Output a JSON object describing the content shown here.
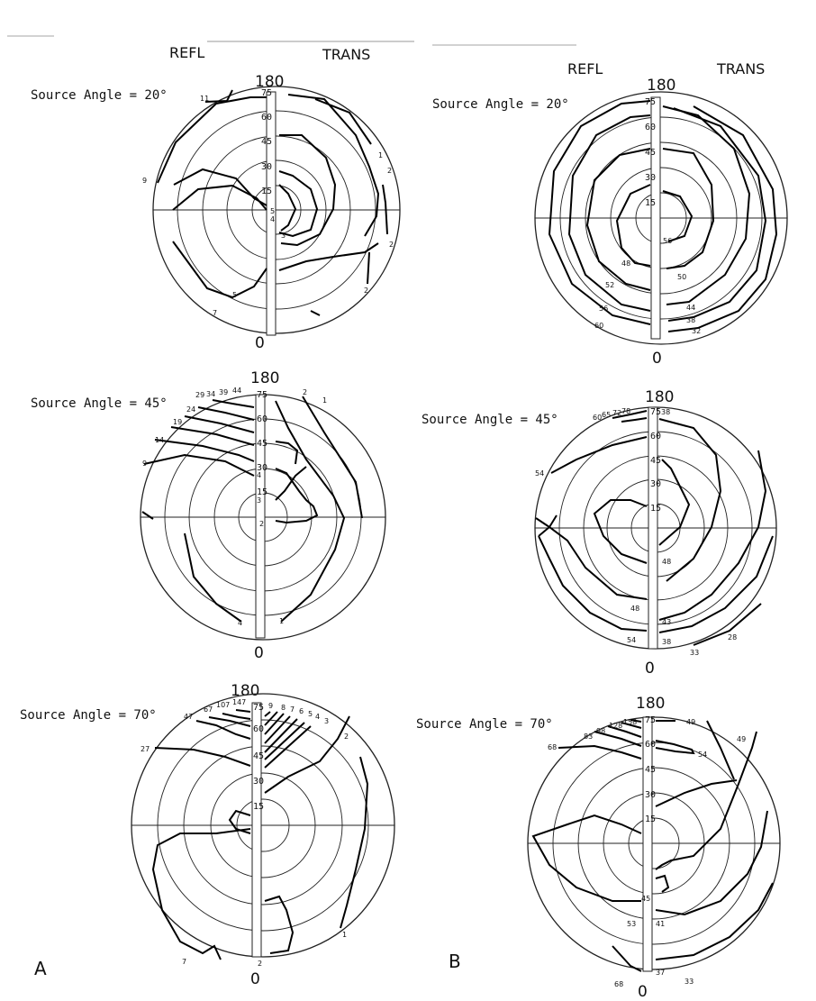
{
  "columns": [
    {
      "refl_label": "REFL",
      "trans_label": "TRANS"
    },
    {
      "refl_label": "REFL",
      "trans_label": "TRANS"
    }
  ],
  "panel_labels": [
    "A",
    "B"
  ],
  "top_label": "180",
  "bottom_label": "0",
  "ring_labels": [
    "15",
    "30",
    "45",
    "60",
    "75"
  ],
  "plots": [
    {
      "id": "A-20",
      "source_angle": "Source Angle = 20°",
      "contour_labels": [
        "11",
        "9",
        "5",
        "7",
        "1",
        "2",
        "2",
        "2",
        "3",
        "4",
        "5"
      ]
    },
    {
      "id": "B-20",
      "source_angle": "Source Angle = 20°",
      "contour_labels": [
        "48",
        "52",
        "56",
        "60",
        "56",
        "50",
        "44",
        "38",
        "32"
      ]
    },
    {
      "id": "A-45",
      "source_angle": "Source Angle = 45°",
      "contour_labels": [
        "29",
        "34",
        "39",
        "44",
        "24",
        "19",
        "14",
        "9",
        "2",
        "1",
        "4",
        "3",
        "2",
        "4",
        "1"
      ]
    },
    {
      "id": "B-45",
      "source_angle": "Source Angle = 45°",
      "contour_labels": [
        "60",
        "65",
        "72",
        "78",
        "38",
        "54",
        "48",
        "48",
        "54",
        "43",
        "38",
        "33",
        "28"
      ]
    },
    {
      "id": "A-70",
      "source_angle": "Source Angle = 70°",
      "contour_labels": [
        "47",
        "67",
        "107",
        "147",
        "9",
        "8",
        "7",
        "6",
        "5",
        "4",
        "3",
        "27",
        "2",
        "1",
        "7",
        "2"
      ]
    },
    {
      "id": "B-70",
      "source_angle": "Source Angle = 70°",
      "contour_labels": [
        "83",
        "98",
        "128",
        "158",
        "68",
        "49",
        "54",
        "49",
        "45",
        "53",
        "41",
        "37",
        "33",
        "68"
      ]
    }
  ]
}
